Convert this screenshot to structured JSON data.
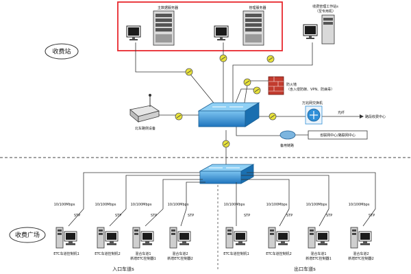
{
  "zones": {
    "station": "收费站",
    "plaza": "收费广场",
    "entry_lanes": "入口车道s",
    "exit_lanes": "出口车道s"
  },
  "servers": {
    "main_server": "主数据服务器",
    "mgmt_server": "管理服务器",
    "workstation_title": "收费管理工作站s",
    "workstation_sub": "（至专用机）"
  },
  "devices": {
    "firewall": "防火墙",
    "firewall_sub": "（含入侵防御、VPN、防病毒）",
    "fiber_switch": "万兆网交换机",
    "fiber_label": "光纤",
    "route_center": "路段收费中心",
    "backup": "备用链路",
    "provincial": "省联网中心/路联网中心",
    "gateway": "北车路侧设备"
  },
  "lanes": [
    {
      "speed": "10/100Mbps",
      "proto": "STP",
      "label": "ETC车道控制机1"
    },
    {
      "speed": "10/100Mbps",
      "proto": "STP",
      "label": "ETC车道控制机2"
    },
    {
      "speed": "10/100Mbps",
      "proto": "STP",
      "label": "混合车道1",
      "label2": "新增ETC控制器1"
    },
    {
      "speed": "10/100Mbps",
      "proto": "STP",
      "label": "混合车道2",
      "label2": "新增ETC控制器2"
    },
    {
      "speed": "10/100Mbps",
      "proto": "STP",
      "label": "ETC车道控制机1"
    },
    {
      "speed": "10/100Mbps",
      "proto": "STP",
      "label": "ETC车道控制机2"
    },
    {
      "speed": "10/100Mbps",
      "proto": "STP",
      "label": "混合车道1",
      "label2": "新增ETC控制器1"
    },
    {
      "speed": "10/100Mbps",
      "proto": "STP",
      "label": "混合车道2",
      "label2": "新增ETC控制器2"
    }
  ],
  "colors": {
    "highlight_box": "#e8262c",
    "switch_blue": "#2f8fd8",
    "connector_yellow": "#e8e23a",
    "firewall_red": "#c23b2e"
  }
}
